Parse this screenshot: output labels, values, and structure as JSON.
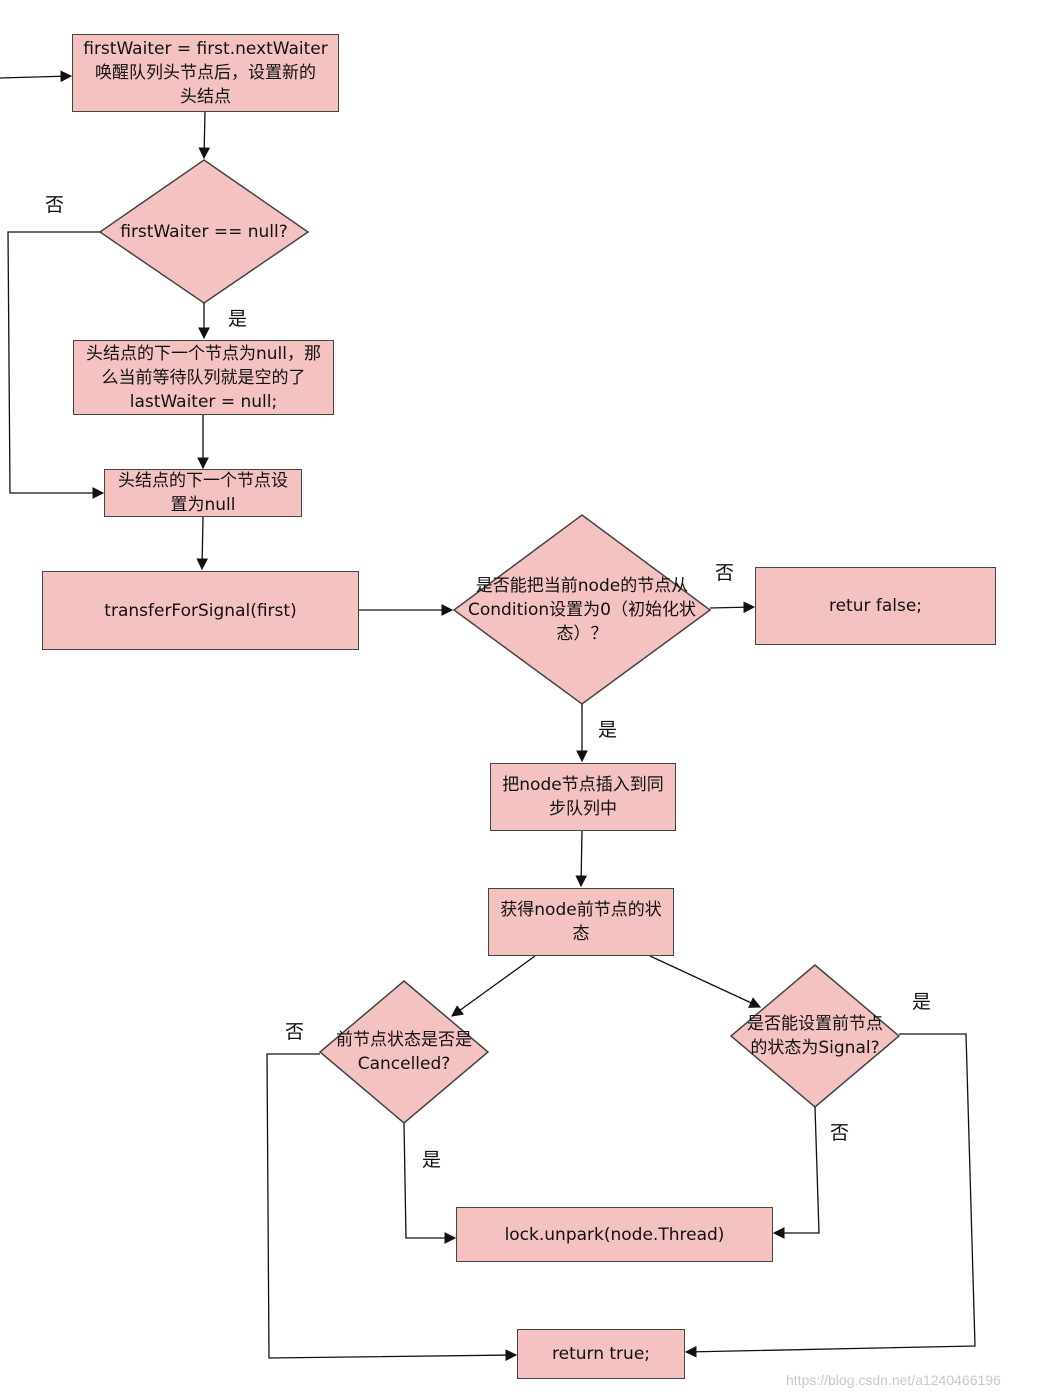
{
  "nodes": {
    "set_first": "firstWaiter = first.nextWaiter\n唤醒队列头节点后，设置新的\n头结点",
    "check_null": "firstWaiter == null?",
    "queue_empty": "头结点的下一个节点为null，那\n么当前等待队列就是空的了\nlastWaiter = null;",
    "set_next_null": "头结点的下一个节点设\n置为null",
    "transfer": "transferForSignal(first)",
    "cas_condition": "是否能把当前node的节点从\nCondition设置为0（初始化状\n态）？",
    "return_false": "retur false;",
    "insert_sync": "把node节点插入到同\n步队列中",
    "get_prev_state": "获得node前节点的状\n态",
    "is_cancelled": "前节点状态是否是\nCancelled?",
    "can_set_signal": "是否能设置前节点\n的状态为Signal?",
    "unpark": "lock.unpark(node.Thread)",
    "return_true": "return true;"
  },
  "labels": {
    "no_1": "否",
    "yes_1": "是",
    "no_2": "否",
    "yes_2": "是",
    "no_3": "否",
    "yes_3": "是",
    "yes_4": "是",
    "no_4": "否"
  },
  "watermark": "https://blog.csdn.net/a1240466196",
  "colors": {
    "node_fill": "#f5c2c2",
    "border": "#444444",
    "arrow": "#111111"
  }
}
